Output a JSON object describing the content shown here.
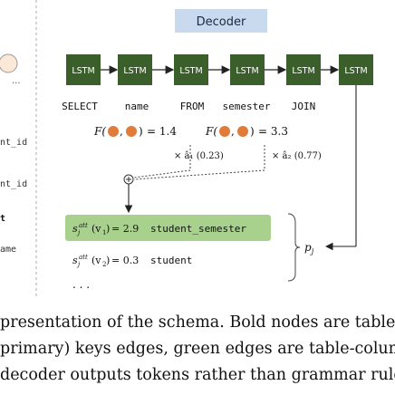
{
  "decoder_title": "Decoder",
  "lstm_label": "LSTM",
  "tokens": [
    "SELECT",
    "name",
    "FROM",
    "semester",
    "JOIN"
  ],
  "left_fragments": [
    "...",
    "nt_id",
    "nt_id",
    "t",
    "ame"
  ],
  "score_name": "= 1.4",
  "score_semester": "= 3.3",
  "attn_1": "× â₁ (0.23)",
  "attn_2": "× â₂ (0.77)",
  "s1_value": "= 2.9",
  "s1_label": "student_semester",
  "s2_value": "= 0.3",
  "s2_label": "student",
  "ellipsis": ". . .",
  "pj_label": "p",
  "pj_sub": "j",
  "caption": [
    "presentation of the schema.  Bold nodes are tables,",
    "primary) keys edges, green edges are table-column",
    "decoder outputs tokens rather than grammar rules."
  ],
  "colors": {
    "lstm_fill": "#3b5f2a",
    "decoder_fill": "#c9d9ee",
    "highlight_fill": "#a9d18e",
    "orange_node": "#e07b39"
  }
}
